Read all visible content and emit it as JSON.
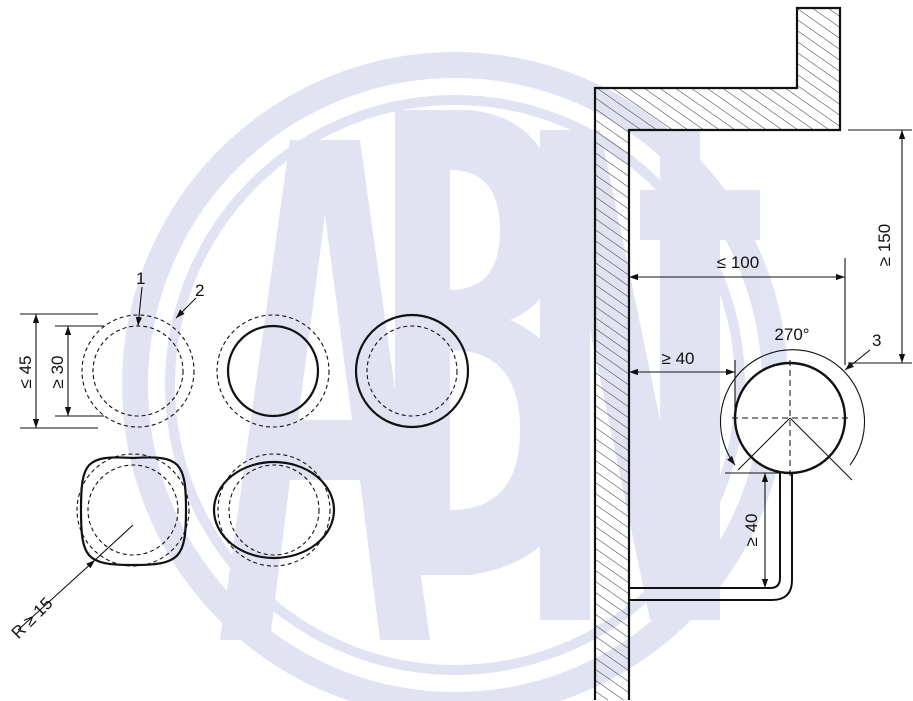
{
  "watermark": {
    "text": "ABNT",
    "color": "#c9cde8"
  },
  "callouts": {
    "item_1": "1",
    "item_2": "2",
    "item_3": "3"
  },
  "dimensions": {
    "max_outer_diameter": "≤ 45",
    "min_inner_diameter": "≥ 30",
    "min_radius": "R ≥ 15",
    "max_distance_from_wall": "≤ 100",
    "min_clearance_from_wall": "≥ 40",
    "min_clearance_below_ceiling": "≥ 150",
    "min_vertical_clearance": "≥ 40",
    "grip_angle": "270°"
  },
  "colors": {
    "line": "#111111",
    "hatch": "#333333",
    "background": "#ffffff"
  }
}
